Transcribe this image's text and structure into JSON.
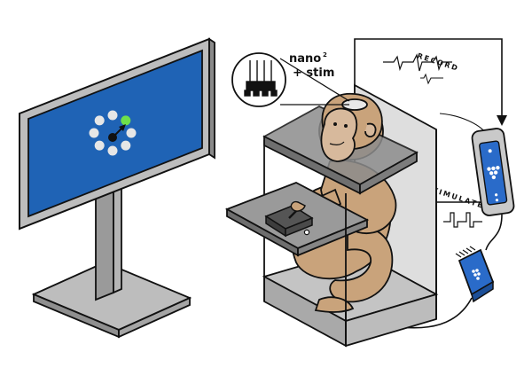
{
  "labels": {
    "device_line1": "nano",
    "device_superscript": "2",
    "device_line2": "+ stim",
    "record": "RECORD",
    "stimulate": "STIMULATE"
  },
  "colors": {
    "screen_blue": "#1f63b5",
    "target_green": "#6ee04a",
    "monkey_fur": "#c9a37b",
    "monkey_face": "#d7b99c",
    "rig_gray": "#bdbdbd",
    "device_blue": "#2a6bc9",
    "outline": "#111111"
  },
  "task": {
    "target_count": 8,
    "active_target": "top-right"
  }
}
